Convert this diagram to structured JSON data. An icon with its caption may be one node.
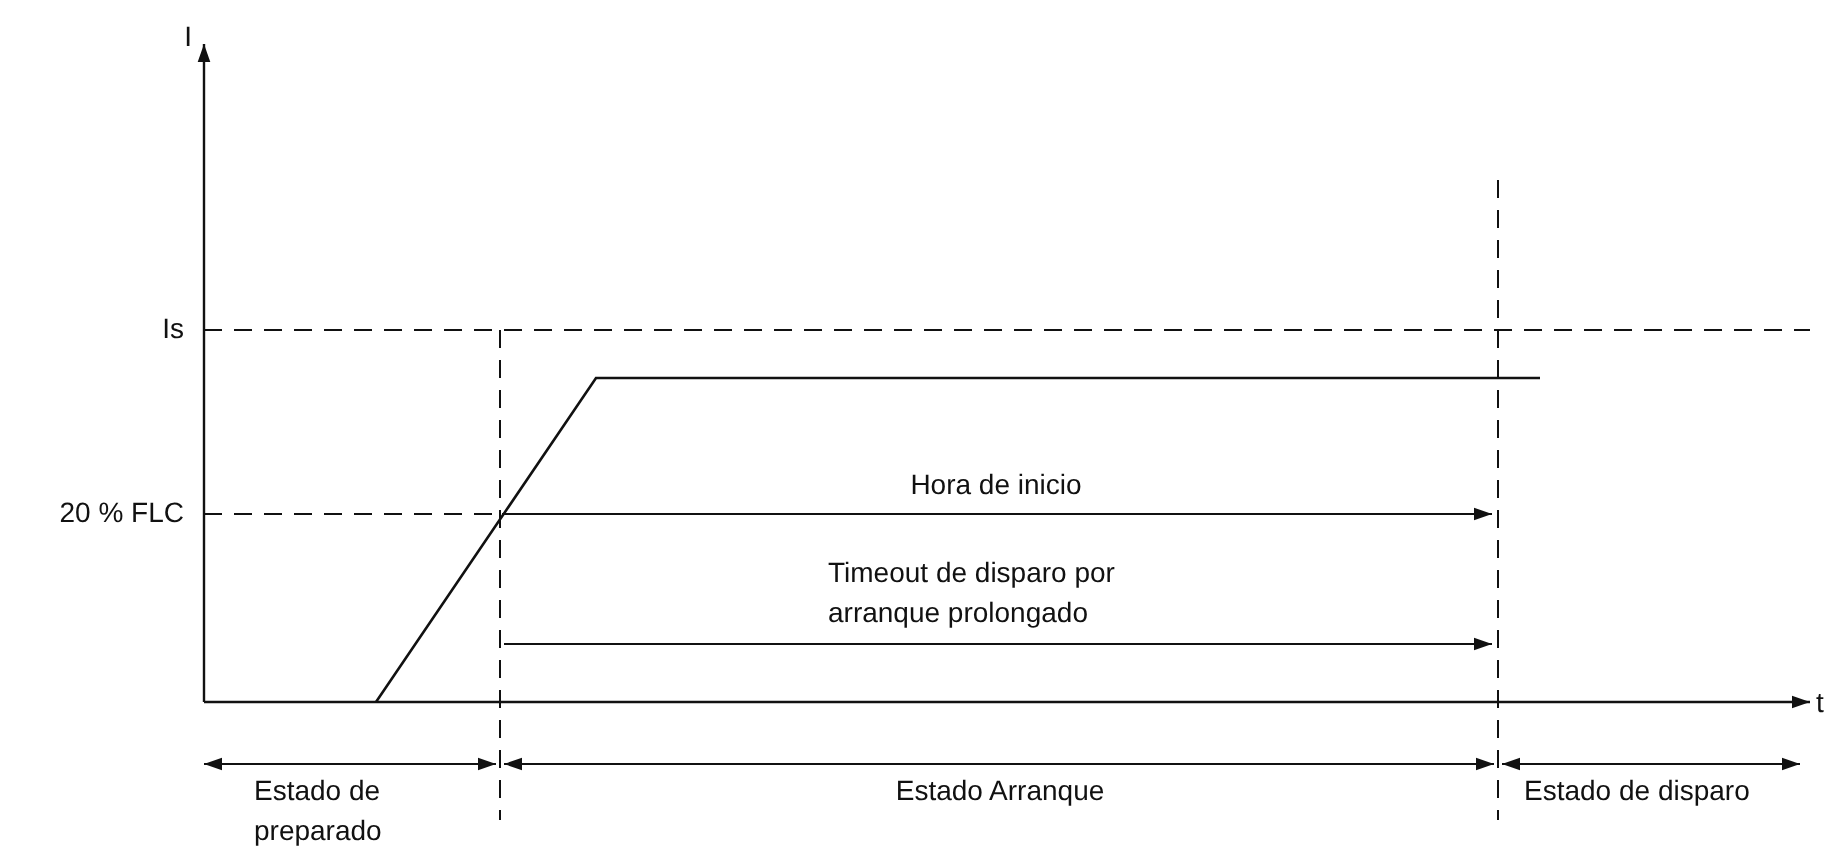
{
  "diagram": {
    "labels": [
      "I",
      "Is",
      "20 % FLC",
      "Hora de inicio",
      "Timeout de disparo por arranque prolongado",
      "t",
      "Estado de preparado",
      "Estado Arranque",
      "Estado de disparo"
    ]
  }
}
